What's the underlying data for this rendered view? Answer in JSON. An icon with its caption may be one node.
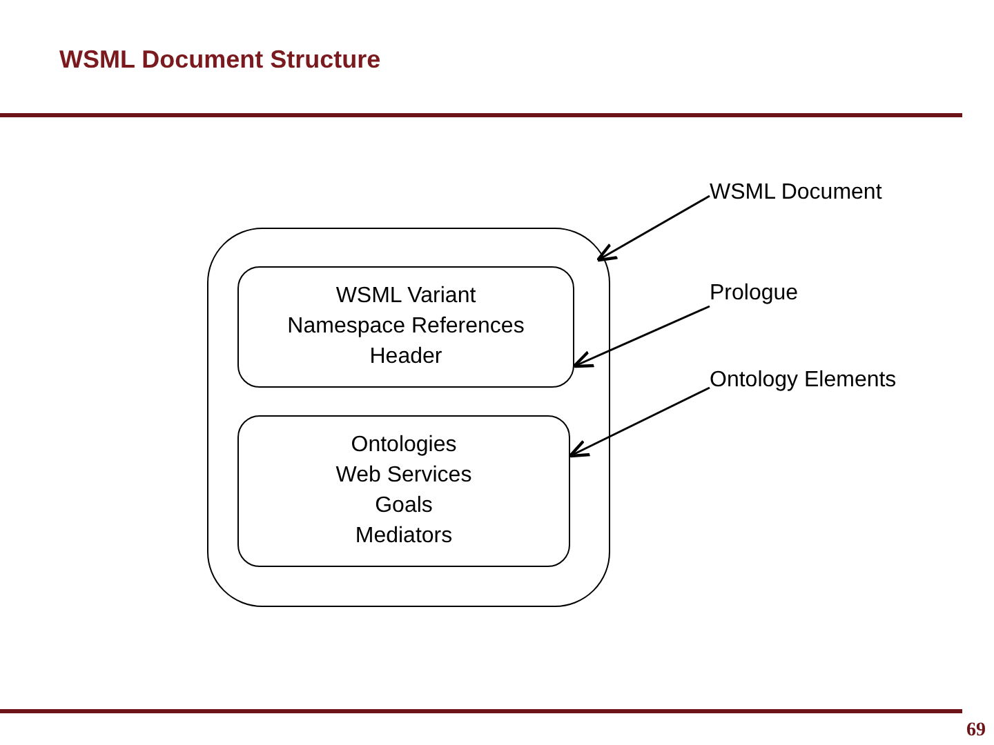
{
  "diagram": {
    "title": "WSML Document Structure",
    "nodes": [
      {
        "text": [],
        "shape": "box"
      },
      {
        "text": [
          "WSML Variant",
          "Namespace References",
          "Header"
        ],
        "in": 0
      },
      {
        "text": [
          "Ontologies",
          "Web Services",
          "Goals",
          "Mediators"
        ],
        "in": 0
      },
      {
        "text": [
          "WSML Document"
        ]
      },
      {
        "text": [
          "Prologue"
        ]
      },
      {
        "text": [
          "Ontology Elements"
        ]
      }
    ],
    "edges": [
      {
        "from": 3,
        "to": 0,
        "arrow": "to"
      },
      {
        "from": 4,
        "to": 1,
        "arrow": "to"
      },
      {
        "from": 5,
        "to": 2,
        "arrow": "to"
      }
    ],
    "labels": [
      "69"
    ]
  }
}
